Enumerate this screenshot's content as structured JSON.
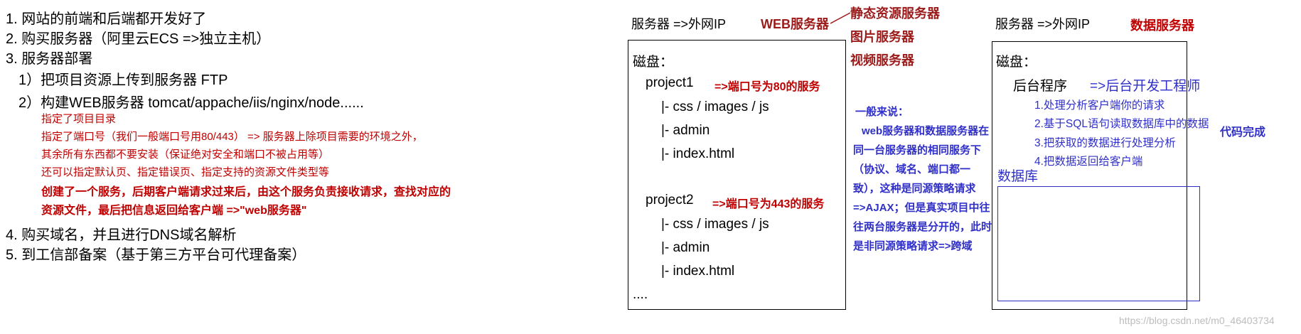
{
  "steps": {
    "s1": "1. 网站的前端和后端都开发好了",
    "s2": "2. 购买服务器（阿里云ECS =>独立主机）",
    "s3": "3. 服务器部署",
    "s3_1": "1）把项目资源上传到服务器 FTP",
    "s3_2": "2）构建WEB服务器  tomcat/appache/iis/nginx/node......",
    "s3_2_details": [
      "指定了项目目录",
      "指定了端口号（我们一般端口号用80/443） => 服务器上除项目需要的环境之外，",
      "其余所有东西都不要安装（保证绝对安全和端口不被占用等）",
      "还可以指定默认页、指定错误页、指定支持的资源文件类型等"
    ],
    "s3_2_bold": [
      "创建了一个服务，后期客户端请求过来后，由这个服务负责接收请求，查找对应的",
      "资源文件，最后把信息返回给客户端 =>\"web服务器\""
    ],
    "s4": "4. 购买域名，并且进行DNS域名解析",
    "s5": "5. 到工信部备案（基于第三方平台可代理备案）"
  },
  "web_server": {
    "header": "服务器  =>外网IP",
    "title": "WEB服务器",
    "types": [
      "静态资源服务器",
      "图片服务器",
      "视频服务器"
    ],
    "disk": "磁盘：",
    "project1": "project1",
    "project1_note": "=>端口号为80的服务",
    "project2": "project2",
    "project2_note": "=>端口号为443的服务",
    "files": [
      "|- css / images / js",
      "|- admin",
      "|- index.html"
    ],
    "ellipsis": "....",
    "colors": {
      "title": "#9b1b1b",
      "note": "#c00000"
    }
  },
  "middle_note": {
    "lines": [
      "一般来说：",
      "web服务器和数据服务器在同一台服务器的相同服务下（协议、域名、端口都一致），这种是同源策略请求=>AJAX；但是真实项目中往往两台服务器是分开的，此时是非同源策略请求=>跨域"
    ],
    "color": "#3030c8"
  },
  "data_server": {
    "header": "服务器  =>外网IP",
    "title": "数据服务器",
    "disk": "磁盘：",
    "backend": "后台程序",
    "backend_note": "=>后台开发工程师",
    "tasks": [
      "1.处理分析客户端你的请求",
      "2.基于SQL语句读取数据库中的数据",
      "3.把获取的数据进行处理分析",
      "4.把数据返回给客户端"
    ],
    "code_done": "代码完成",
    "database": "数据库"
  },
  "watermark": "https://blog.csdn.net/m0_46403734"
}
